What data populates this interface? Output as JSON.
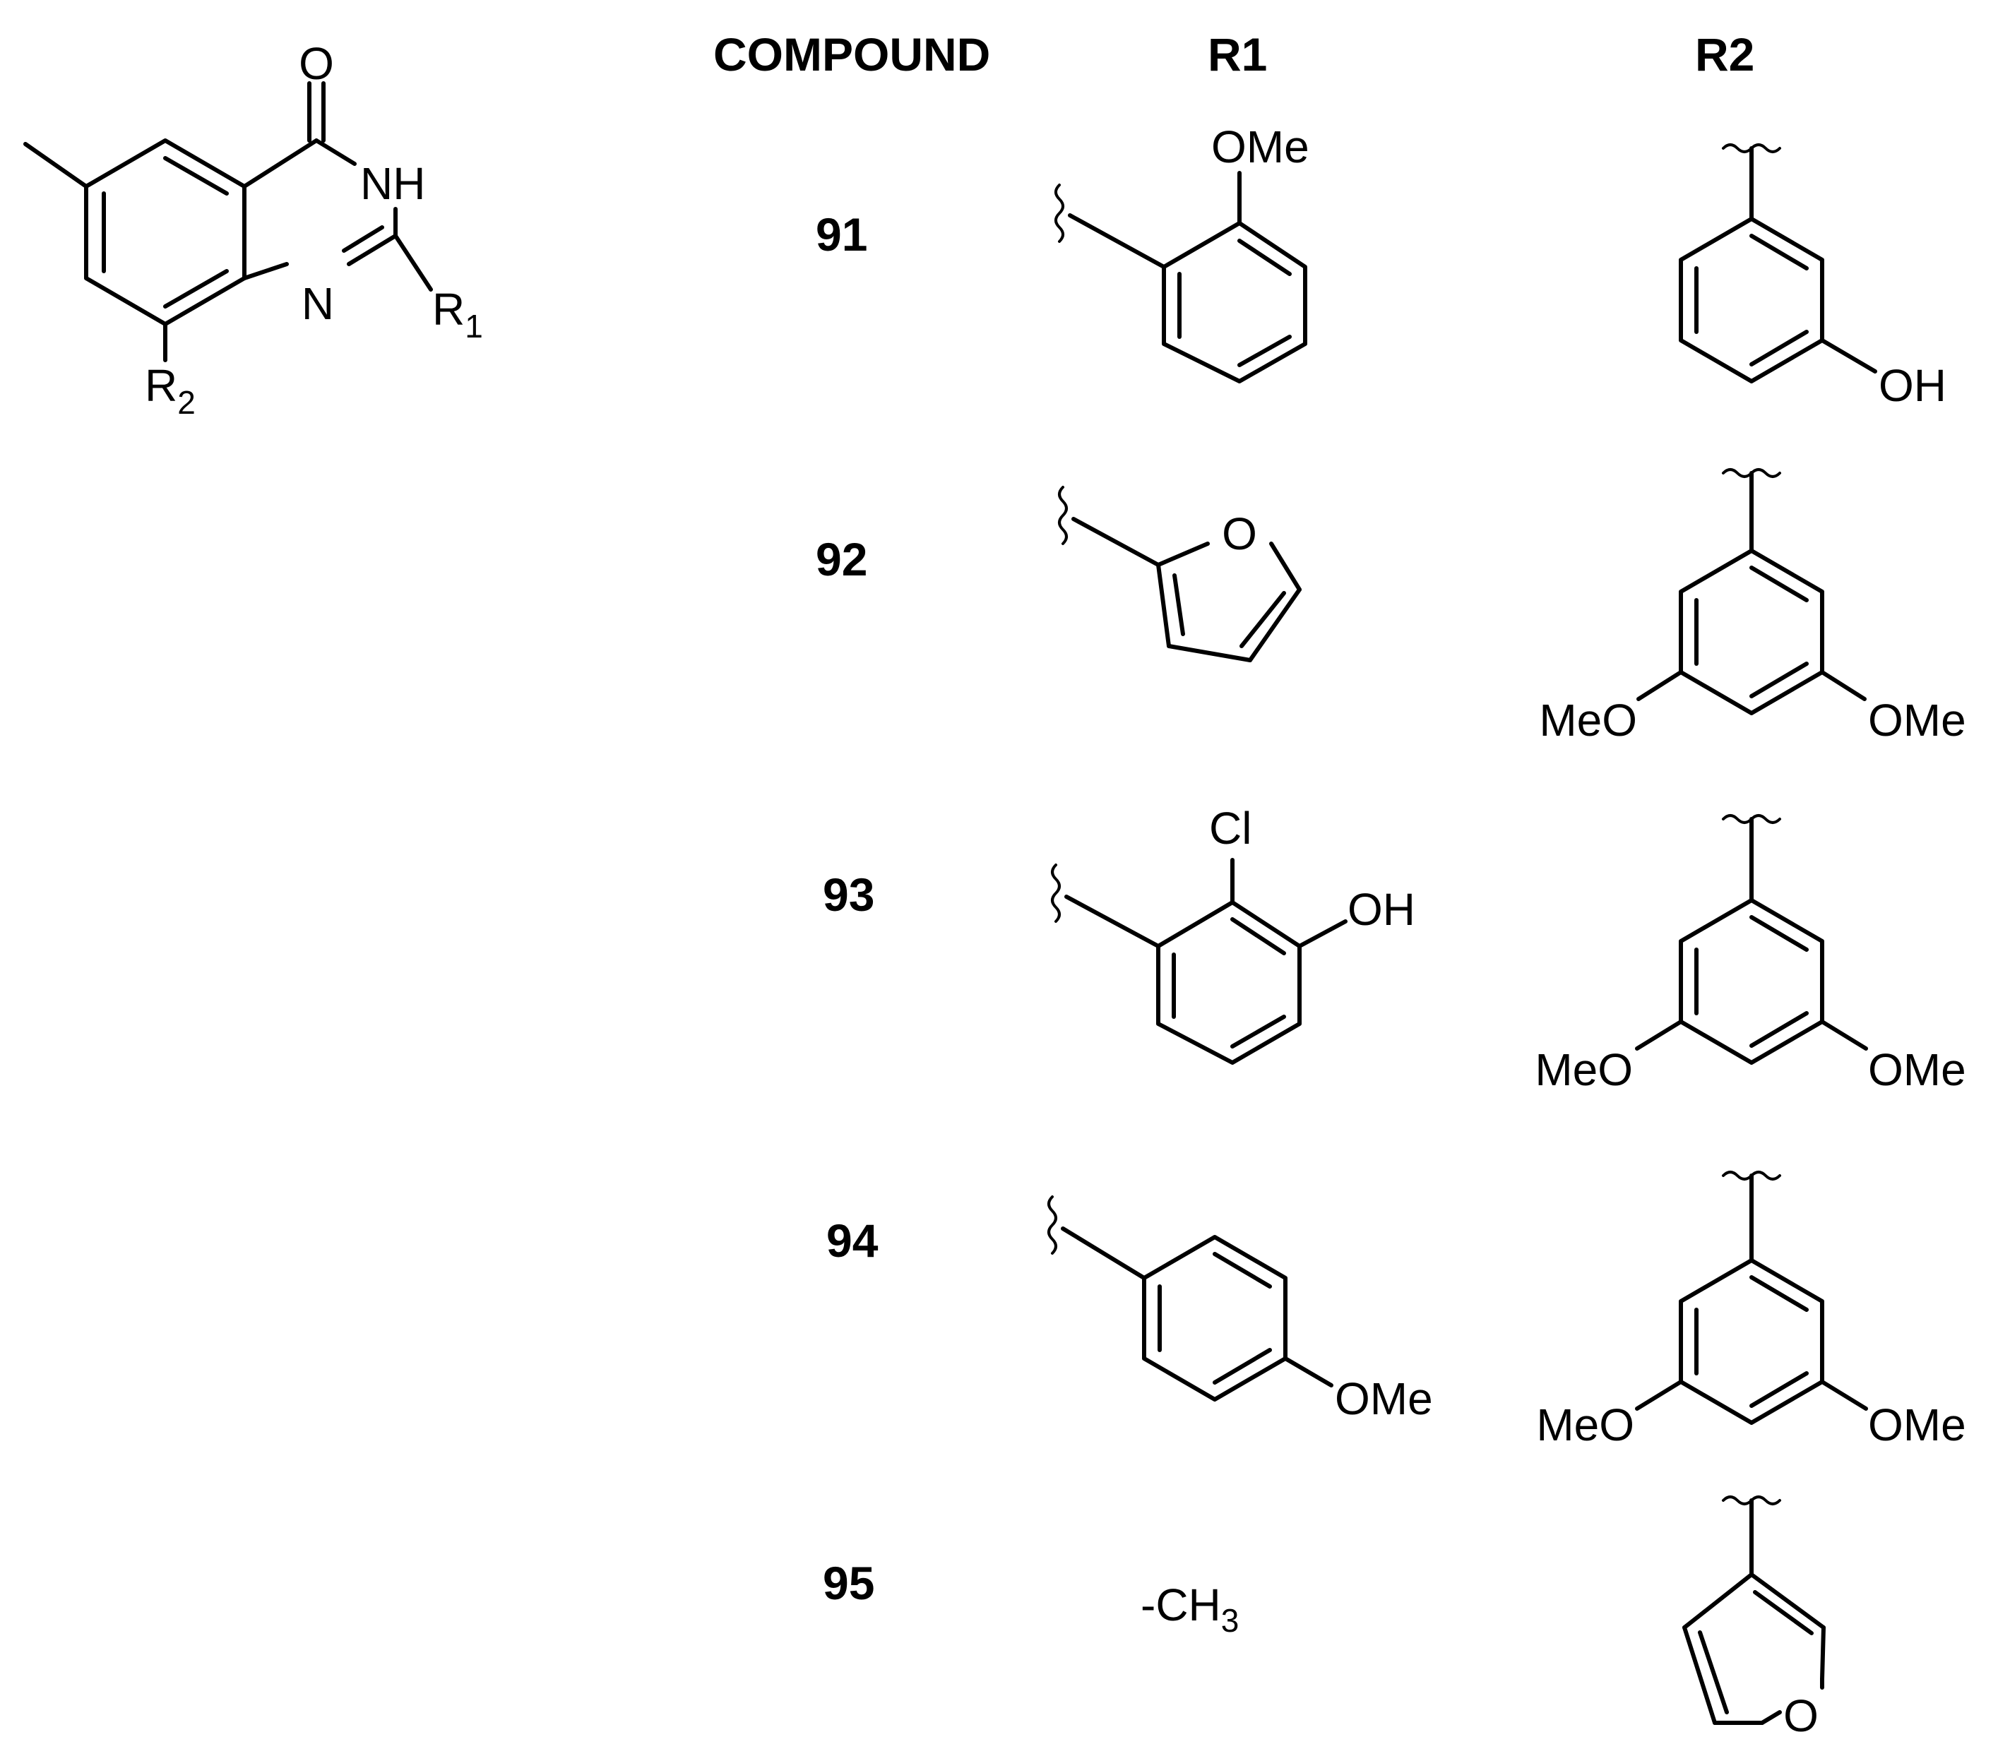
{
  "headers": {
    "compound": "COMPOUND",
    "r1": "R1",
    "r2": "R2"
  },
  "core": {
    "o": "O",
    "nh": "NH",
    "n": "N",
    "r1": "R",
    "r1_sub": "1",
    "r2": "R",
    "r2_sub": "2"
  },
  "rows": [
    {
      "id": "91",
      "r1_group": "OMe",
      "r2_group": "OH"
    },
    {
      "id": "92",
      "r1_group": "O",
      "r2_left": "MeO",
      "r2_right": "OMe"
    },
    {
      "id": "93",
      "r1_group_a": "Cl",
      "r1_group_b": "OH",
      "r2_left": "MeO",
      "r2_right": "OMe"
    },
    {
      "id": "94",
      "r1_group": "OMe",
      "r2_left": "MeO",
      "r2_right": "OMe"
    },
    {
      "id": "95",
      "r1_text": "-CH",
      "r1_sub": "3",
      "r2_group": "O"
    }
  ]
}
